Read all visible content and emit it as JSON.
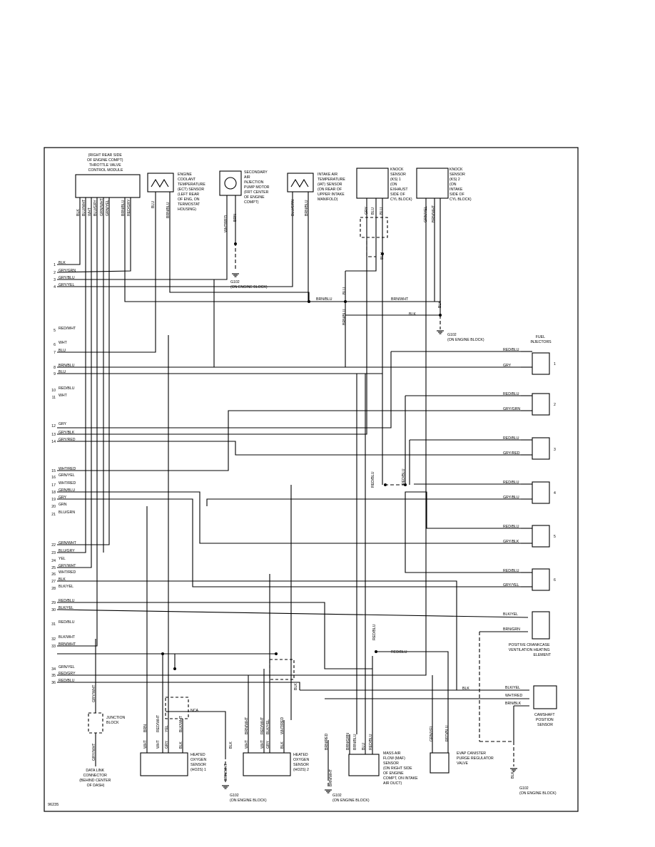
{
  "figure_id": "96235",
  "components": {
    "tcm": [
      "(RIGHT REAR SIDE",
      "OF ENGINE COMPT)",
      "THROTTLE VALVE",
      "CONTROL MODULE"
    ],
    "ect": [
      "ENGINE",
      "COOLANT",
      "TEMPERATURE",
      "(ECT) SENSOR",
      "(LEFT REAR",
      "OF ENG, ON",
      "TERMOSTAT",
      "HOUSING)"
    ],
    "air_pump": [
      "SECONDARY",
      "AIR",
      "INJECTION",
      "PUMP MOTOR",
      "(FRT CENTER",
      "OF ENGINE",
      "COMPT)"
    ],
    "iat": [
      "INTAKE AIR",
      "TEMPERATURE",
      "(IAT) SENSOR",
      "(ON REAR OF",
      "UPPER INTAKE",
      "MANIFOLD)"
    ],
    "ks1": [
      "KNOCK",
      "SENSOR",
      "(KS) 1",
      "(ON",
      "EXHAUST",
      "SIDE OF",
      "CYL BLOCK)"
    ],
    "ks2": [
      "KNOCK",
      "SENSOR",
      "(KS) 2",
      "(ON",
      "INTAKE",
      "SIDE OF",
      "CYL BLOCK)"
    ],
    "fuel_injectors": [
      "FUEL",
      "INJECTORS"
    ],
    "pcv": [
      "POSITIVE CRANKCASE",
      "VENTILATION HEATING",
      "ELEMENT"
    ],
    "cmp": [
      "CAMSHAFT",
      "POSITION",
      "SENSOR"
    ],
    "junction": [
      "JUNCTION",
      "BLOCK"
    ],
    "dlc": [
      "DATA LINK",
      "CONNECTOR",
      "(BEHIND CENTER",
      "OF DASH)"
    ],
    "ho2s1": [
      "HEATED",
      "OXYGEN",
      "SENSOR",
      "(HO2S) 1"
    ],
    "ho2s2": [
      "HEATED",
      "OXYGEN",
      "SENSOR",
      "(HO2S) 2"
    ],
    "maf": [
      "MASS AIR",
      "FLOW (MAF)",
      "SENSOR",
      "(ON RIGHT SIDE",
      "OF ENGINE",
      "COMPT, ON INTAKE",
      "AIR DUCT)"
    ],
    "evap": [
      "EVAP CANISTER",
      "PURGE REGULATOR",
      "VALVE"
    ]
  },
  "grounds": {
    "g102_top": [
      "G102",
      "(ON ENGINE BLOCK)"
    ],
    "g102_ks": [
      "G102",
      "(ON ENGINE BLOCK)"
    ],
    "g102_ho2s2": [
      "G102",
      "(ON ENGINE BLOCK)"
    ],
    "g102_maf": [
      "G102",
      "(ON ENGINE BLOCK)"
    ],
    "g102_cmp": [
      "G102",
      "(ON ENGINE BLOCK)"
    ]
  },
  "ecm_pins": [
    {
      "pin": "1",
      "wire": "BLK"
    },
    {
      "pin": "2",
      "wire": "GRY/GRN"
    },
    {
      "pin": "3",
      "wire": "GRY/BLU"
    },
    {
      "pin": "4",
      "wire": "GRY/YEL"
    },
    {
      "pin": "5",
      "wire": "RED/WHT"
    },
    {
      "pin": "6",
      "wire": "WHT"
    },
    {
      "pin": "7",
      "wire": "BLU"
    },
    {
      "pin": "8",
      "wire": "BRN/BLU"
    },
    {
      "pin": "9",
      "wire": "BLU"
    },
    {
      "pin": "10",
      "wire": "RED/BLU"
    },
    {
      "pin": "11",
      "wire": "WHT"
    },
    {
      "pin": "12",
      "wire": "GRY"
    },
    {
      "pin": "13",
      "wire": "GRY/BLK"
    },
    {
      "pin": "14",
      "wire": "GRY/RED"
    },
    {
      "pin": "15",
      "wire": "WHT/RED"
    },
    {
      "pin": "16",
      "wire": "GRN/YEL"
    },
    {
      "pin": "17",
      "wire": "WHT/RED"
    },
    {
      "pin": "18",
      "wire": "GRN/BLU"
    },
    {
      "pin": "19",
      "wire": "GRY"
    },
    {
      "pin": "20",
      "wire": "GRN"
    },
    {
      "pin": "21",
      "wire": "BLU/GRN"
    },
    {
      "pin": "22",
      "wire": "GRN/WHT"
    },
    {
      "pin": "23",
      "wire": "BLU/GRY"
    },
    {
      "pin": "24",
      "wire": "YEL"
    },
    {
      "pin": "25",
      "wire": "GRY/WHT"
    },
    {
      "pin": "26",
      "wire": "WHT/RED"
    },
    {
      "pin": "27",
      "wire": "BLK"
    },
    {
      "pin": "28",
      "wire": "BLK/YEL"
    },
    {
      "pin": "29",
      "wire": "RED/BLU"
    },
    {
      "pin": "30",
      "wire": "BLK/YEL"
    },
    {
      "pin": "31",
      "wire": "RED/BLU"
    },
    {
      "pin": "32",
      "wire": "BLK/WHT"
    },
    {
      "pin": "33",
      "wire": "BRN/WHT"
    },
    {
      "pin": "34",
      "wire": "GRN/YEL"
    },
    {
      "pin": "35",
      "wire": "RED/GRY"
    },
    {
      "pin": "36",
      "wire": "RED/BLU"
    }
  ],
  "wire_labels": {
    "tcm": [
      "BLK",
      "BLU/WHT",
      "WHT",
      "BLU/GRY",
      "GRN/WHT",
      "GRN/YEL",
      "BRN/BLU",
      "RED/GRY"
    ],
    "ect": [
      "BLU",
      "BRN/BLU"
    ],
    "air_pump": [
      "WHT/RED",
      "BRN"
    ],
    "iat": [
      "BLU/GRN",
      "BRN/BLU"
    ],
    "ks1": [
      "GRY",
      "BLU",
      "BLU"
    ],
    "ks2": [
      "GRN/YEL",
      "BRN/WHT"
    ],
    "bus": [
      "BRN/BLU",
      "BLU",
      "BRN/BLU",
      "BRN/WHT",
      "BLK",
      "BLK",
      "RED/BLU",
      "RED/BLU",
      "RED/BLU"
    ],
    "injector_wires": [
      "RED/BLU",
      "GRY",
      "RED/BLU",
      "GRY/GRN",
      "RED/BLU",
      "GRY/RED",
      "RED/BLU",
      "GRY/BLU",
      "RED/BLU",
      "GRY/BLK",
      "RED/BLU",
      "GRY/YEL"
    ],
    "pcv_wires": [
      "BLK/YEL",
      "BRN/GRN"
    ],
    "cmp_wires": [
      "BLK/YEL",
      "WHT/RED",
      "BRN/BLK",
      "BLK"
    ],
    "ho2s1_top": [
      "BRN",
      "RED/WHT",
      "YEL",
      "BLK/WHT"
    ],
    "ho2s1_pins": [
      "WHT",
      "WHT",
      "GRY",
      "BLK"
    ],
    "ho2s2_top": [
      "BRN/WHT",
      "RED/WHT",
      "BLK/YEL",
      "WHT/RED"
    ],
    "ho2s2_pins": [
      "WHT",
      "WHT",
      "GRY",
      "BLK"
    ],
    "maf_wires": [
      "BRN/RED",
      "BRN/GRN",
      "BRN/BLU",
      "BLU",
      "RED/BLU"
    ],
    "evap_wires": [
      "GRN/YEL",
      "RED/BLU"
    ],
    "misc": [
      "GRY/WHT",
      "GRY/WHT",
      "NCA",
      "BLK",
      "BRN/WHT",
      "BRN/WHT",
      "BLK",
      "BRN/WHT",
      "BLK"
    ]
  },
  "injector_numbers": [
    "1",
    "2",
    "3",
    "4",
    "5",
    "6"
  ]
}
